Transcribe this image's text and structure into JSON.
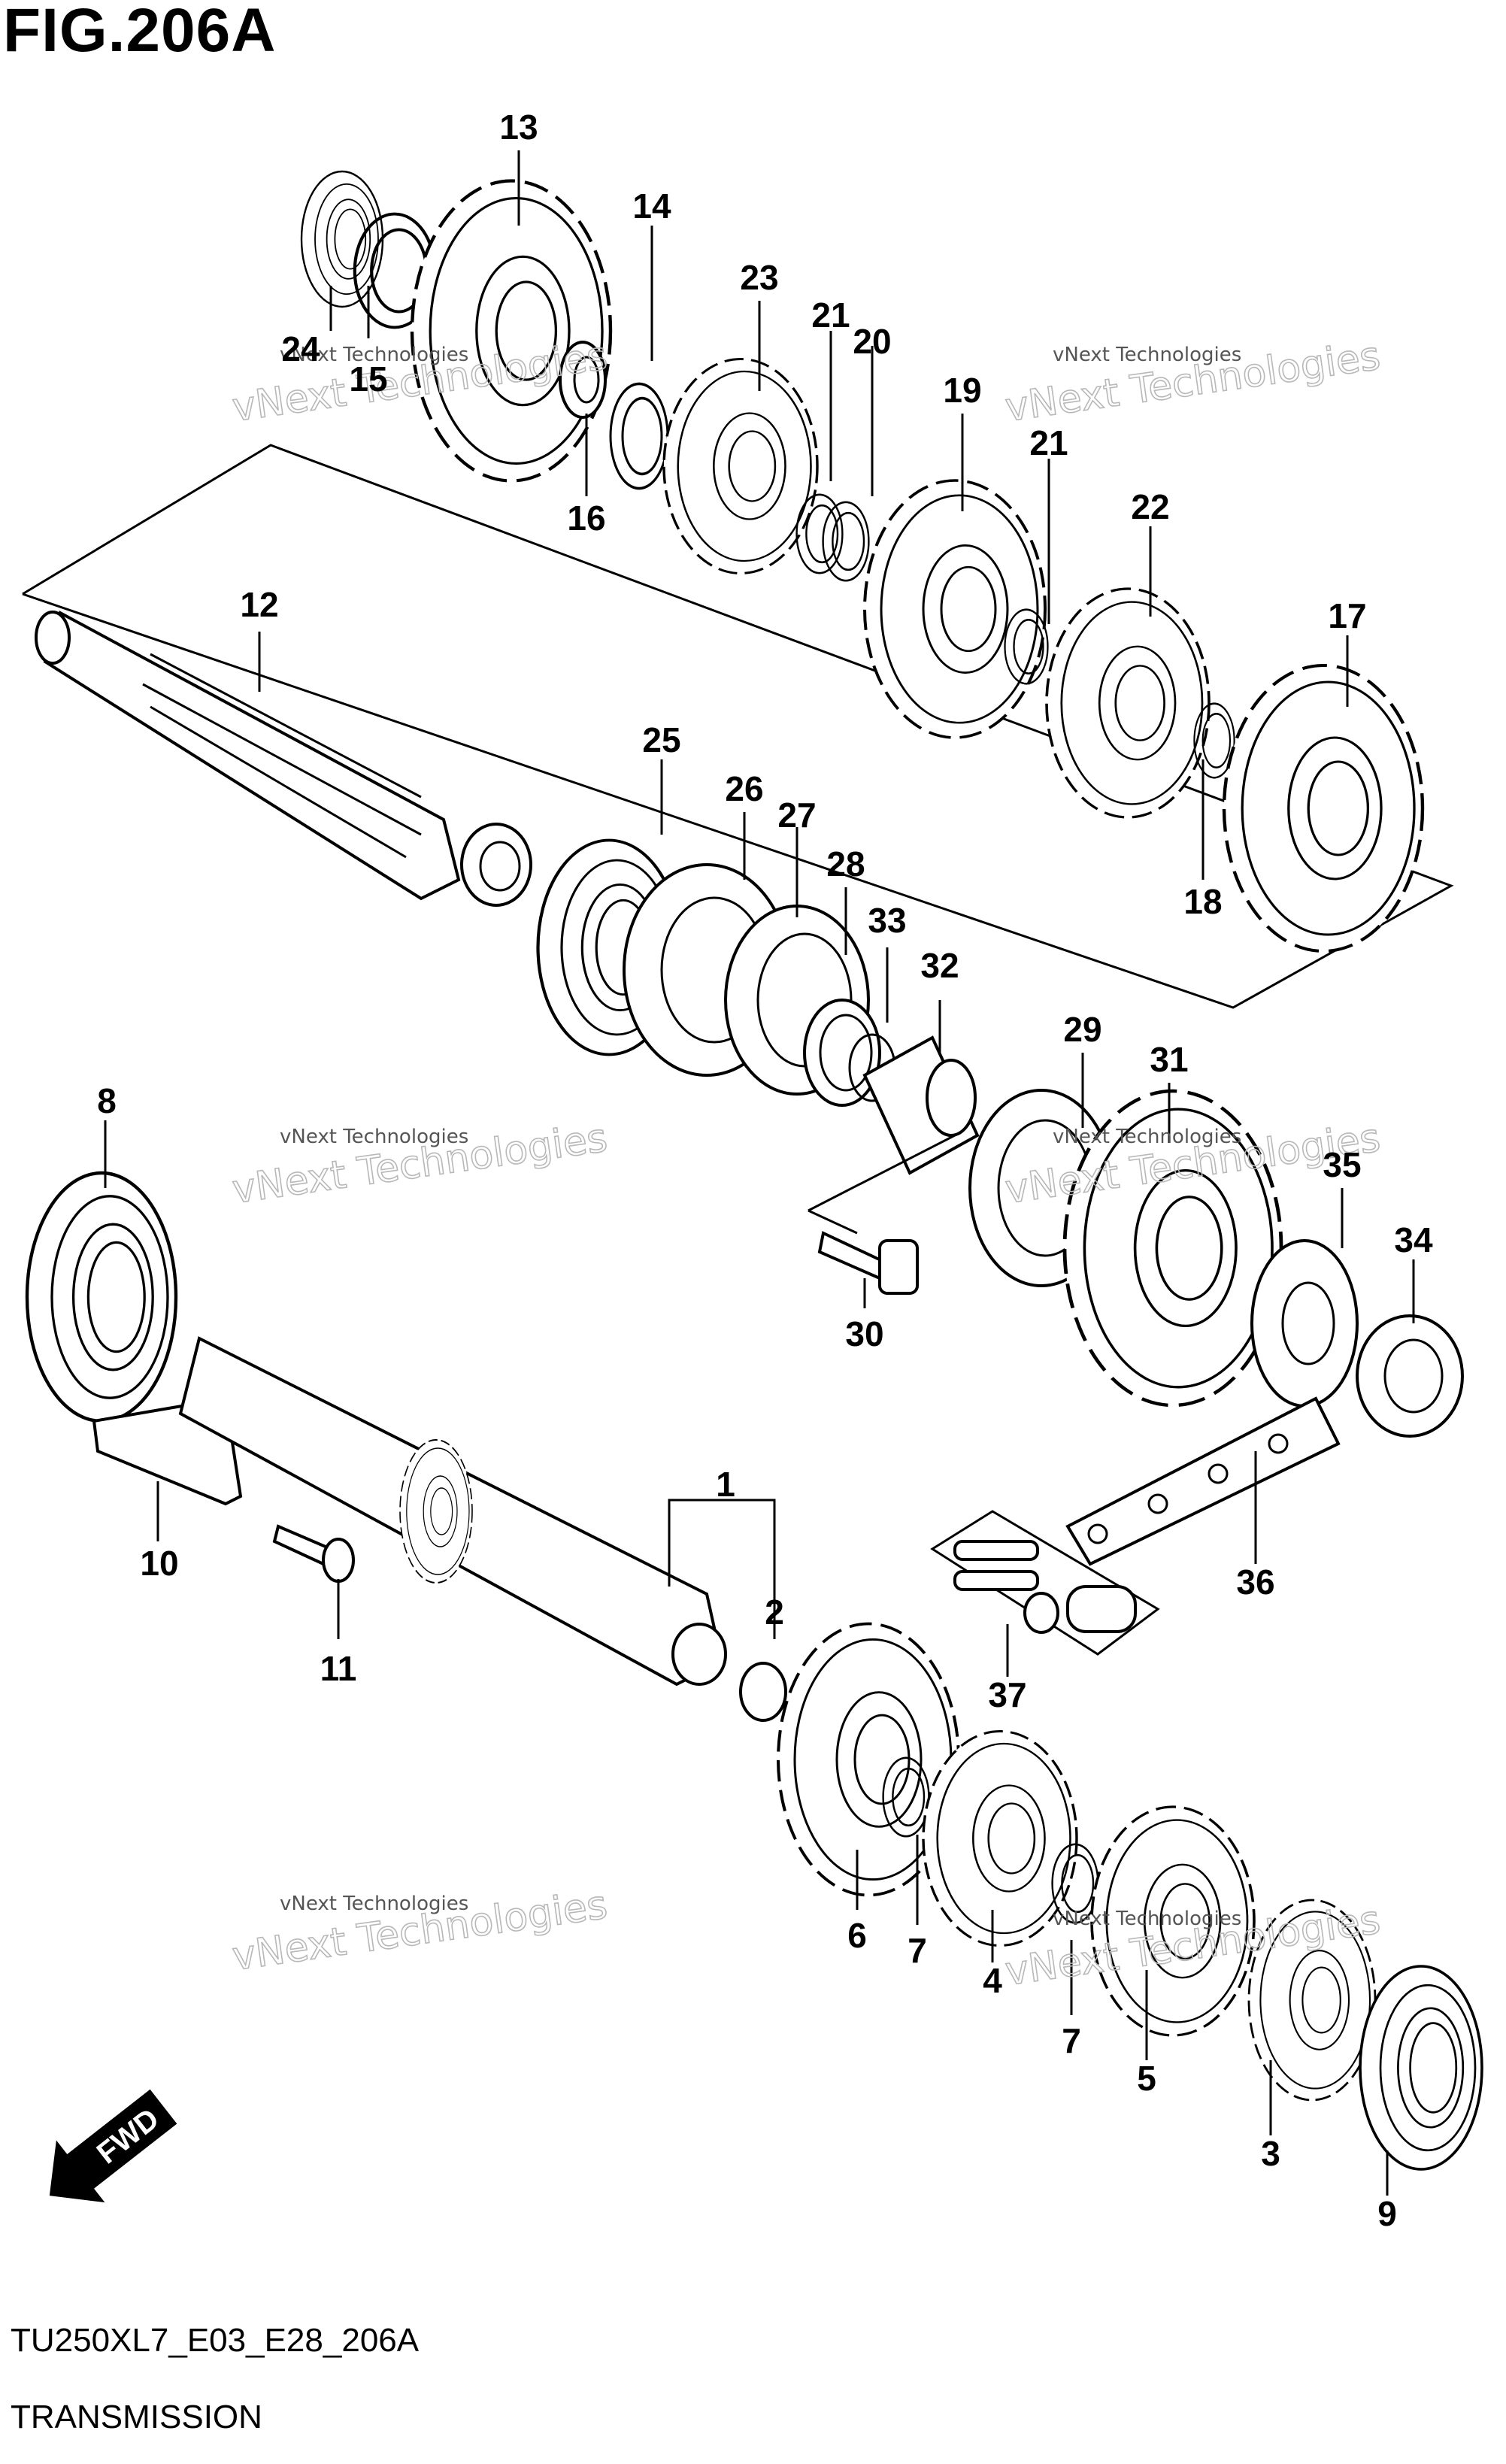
{
  "figure": {
    "title": "FIG.206A",
    "code": "TU250XL7_E03_E28_206A",
    "name": "TRANSMISSION"
  },
  "direction_arrow": {
    "label": "FWD",
    "icon": "fwd-arrow-icon"
  },
  "watermark": {
    "small_text": "vNext Technologies",
    "big_text": "vNext Technologies"
  },
  "callouts": [
    {
      "id": "c1",
      "label": "1"
    },
    {
      "id": "c2",
      "label": "2"
    },
    {
      "id": "c3",
      "label": "3"
    },
    {
      "id": "c4",
      "label": "4"
    },
    {
      "id": "c5",
      "label": "5"
    },
    {
      "id": "c6",
      "label": "6"
    },
    {
      "id": "c7a",
      "label": "7"
    },
    {
      "id": "c7b",
      "label": "7"
    },
    {
      "id": "c8",
      "label": "8"
    },
    {
      "id": "c9",
      "label": "9"
    },
    {
      "id": "c10",
      "label": "10"
    },
    {
      "id": "c11",
      "label": "11"
    },
    {
      "id": "c12",
      "label": "12"
    },
    {
      "id": "c13",
      "label": "13"
    },
    {
      "id": "c14",
      "label": "14"
    },
    {
      "id": "c15",
      "label": "15"
    },
    {
      "id": "c16",
      "label": "16"
    },
    {
      "id": "c17",
      "label": "17"
    },
    {
      "id": "c18",
      "label": "18"
    },
    {
      "id": "c19",
      "label": "19"
    },
    {
      "id": "c20",
      "label": "20"
    },
    {
      "id": "c21a",
      "label": "21"
    },
    {
      "id": "c21b",
      "label": "21"
    },
    {
      "id": "c22",
      "label": "22"
    },
    {
      "id": "c23",
      "label": "23"
    },
    {
      "id": "c24",
      "label": "24"
    },
    {
      "id": "c25",
      "label": "25"
    },
    {
      "id": "c26",
      "label": "26"
    },
    {
      "id": "c27",
      "label": "27"
    },
    {
      "id": "c28",
      "label": "28"
    },
    {
      "id": "c29",
      "label": "29"
    },
    {
      "id": "c30",
      "label": "30"
    },
    {
      "id": "c31",
      "label": "31"
    },
    {
      "id": "c32",
      "label": "32"
    },
    {
      "id": "c33",
      "label": "33"
    },
    {
      "id": "c34",
      "label": "34"
    },
    {
      "id": "c35",
      "label": "35"
    },
    {
      "id": "c36",
      "label": "36"
    },
    {
      "id": "c37",
      "label": "37"
    }
  ]
}
